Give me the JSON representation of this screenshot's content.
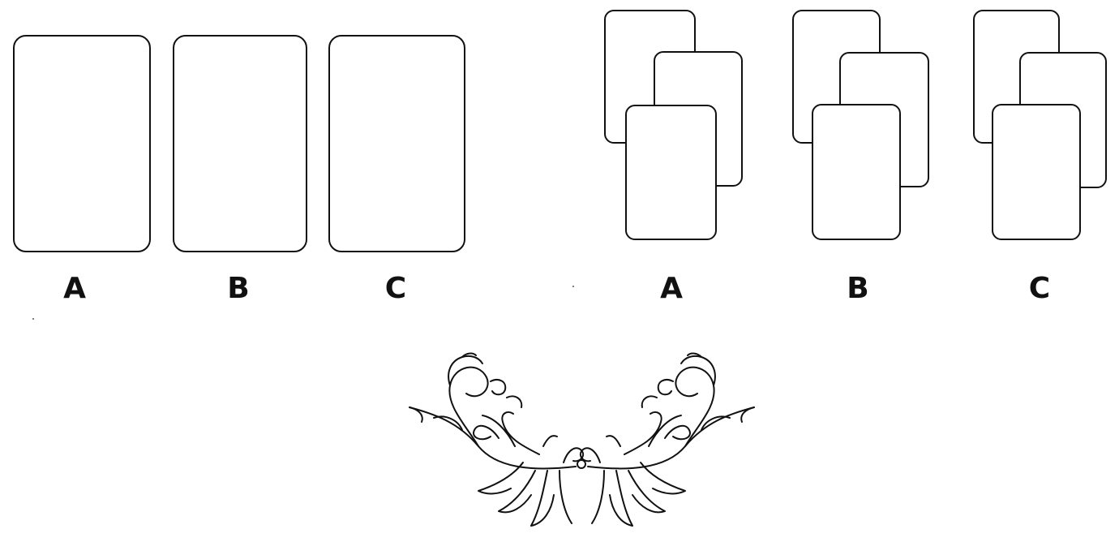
{
  "left_group": {
    "labels": [
      "A",
      "B",
      "C"
    ]
  },
  "right_group": {
    "labels": [
      "A",
      "B",
      "C"
    ]
  },
  "colors": {
    "stroke": "#111111",
    "background": "#ffffff"
  },
  "decoration": {
    "icon": "flourish-ornament-icon"
  }
}
